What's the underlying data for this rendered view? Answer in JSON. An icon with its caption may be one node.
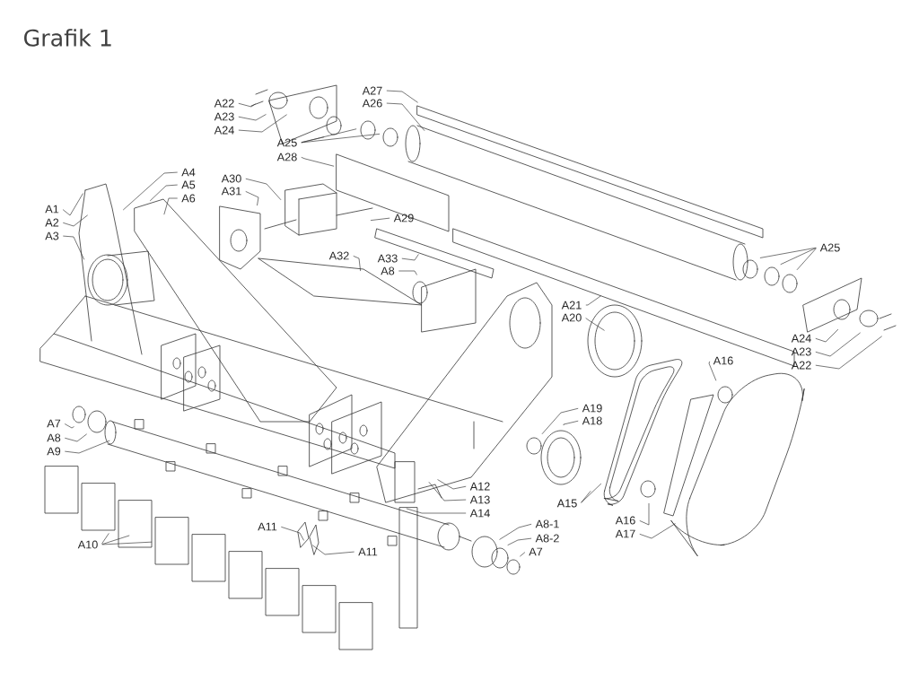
{
  "diagram": {
    "title": "Grafik 1",
    "nodes": [
      {
        "text": [
          "A22"
        ]
      },
      {
        "text": [
          "A23"
        ]
      },
      {
        "text": [
          "A24"
        ]
      },
      {
        "text": [
          "A27"
        ]
      },
      {
        "text": [
          "A26"
        ]
      },
      {
        "text": [
          "A25"
        ]
      },
      {
        "text": [
          "A28"
        ]
      },
      {
        "text": [
          "A30"
        ]
      },
      {
        "text": [
          "A31"
        ]
      },
      {
        "text": [
          "A29"
        ]
      },
      {
        "text": [
          "A32"
        ]
      },
      {
        "text": [
          "A33"
        ]
      },
      {
        "text": [
          "A8"
        ]
      },
      {
        "text": [
          "A1"
        ]
      },
      {
        "text": [
          "A2"
        ]
      },
      {
        "text": [
          "A3"
        ]
      },
      {
        "text": [
          "A4"
        ]
      },
      {
        "text": [
          "A5"
        ]
      },
      {
        "text": [
          "A6"
        ]
      },
      {
        "text": [
          "A21"
        ]
      },
      {
        "text": [
          "A20"
        ]
      },
      {
        "text": [
          "A25"
        ]
      },
      {
        "text": [
          "A24"
        ]
      },
      {
        "text": [
          "A23"
        ]
      },
      {
        "text": [
          "A22"
        ]
      },
      {
        "text": [
          "A16"
        ]
      },
      {
        "text": [
          "A7"
        ]
      },
      {
        "text": [
          "A8"
        ]
      },
      {
        "text": [
          "A9"
        ]
      },
      {
        "text": [
          "A19"
        ]
      },
      {
        "text": [
          "A18"
        ]
      },
      {
        "text": [
          "A12"
        ]
      },
      {
        "text": [
          "A13"
        ]
      },
      {
        "text": [
          "A14"
        ]
      },
      {
        "text": [
          "A15"
        ]
      },
      {
        "text": [
          "A16"
        ]
      },
      {
        "text": [
          "A17"
        ]
      },
      {
        "text": [
          "A10"
        ]
      },
      {
        "text": [
          "A11"
        ]
      },
      {
        "text": [
          "A11"
        ]
      },
      {
        "text": [
          "A8-1"
        ]
      },
      {
        "text": [
          "A8-2"
        ]
      },
      {
        "text": [
          "A7"
        ]
      }
    ],
    "edges": [
      {
        "from": 0,
        "to": null,
        "arrow": "none"
      },
      {
        "from": 1,
        "to": null,
        "arrow": "none"
      },
      {
        "from": 2,
        "to": null,
        "arrow": "none"
      },
      {
        "from": 3,
        "to": null,
        "arrow": "none"
      },
      {
        "from": 4,
        "to": null,
        "arrow": "none"
      },
      {
        "from": 5,
        "to": null,
        "arrow": "none"
      },
      {
        "from": 5,
        "to": null,
        "arrow": "none"
      },
      {
        "from": 5,
        "to": null,
        "arrow": "none"
      },
      {
        "from": 6,
        "to": null,
        "arrow": "none"
      },
      {
        "from": 7,
        "to": null,
        "arrow": "none"
      },
      {
        "from": 8,
        "to": null,
        "arrow": "none"
      },
      {
        "from": 9,
        "to": null,
        "arrow": "none"
      },
      {
        "from": 10,
        "to": null,
        "arrow": "none"
      },
      {
        "from": 11,
        "to": null,
        "arrow": "none"
      },
      {
        "from": 12,
        "to": null,
        "arrow": "none"
      },
      {
        "from": 13,
        "to": null,
        "arrow": "none"
      },
      {
        "from": 14,
        "to": null,
        "arrow": "none"
      },
      {
        "from": 15,
        "to": null,
        "arrow": "none"
      },
      {
        "from": 16,
        "to": null,
        "arrow": "none"
      },
      {
        "from": 17,
        "to": null,
        "arrow": "none"
      },
      {
        "from": 18,
        "to": null,
        "arrow": "none"
      },
      {
        "from": 19,
        "to": null,
        "arrow": "none"
      },
      {
        "from": 20,
        "to": null,
        "arrow": "none"
      },
      {
        "from": 21,
        "to": null,
        "arrow": "none"
      },
      {
        "from": 21,
        "to": null,
        "arrow": "none"
      },
      {
        "from": 21,
        "to": null,
        "arrow": "none"
      },
      {
        "from": 22,
        "to": null,
        "arrow": "none"
      },
      {
        "from": 23,
        "to": null,
        "arrow": "none"
      },
      {
        "from": 24,
        "to": null,
        "arrow": "none"
      },
      {
        "from": 25,
        "to": null,
        "arrow": "none"
      },
      {
        "from": 26,
        "to": null,
        "arrow": "none"
      },
      {
        "from": 27,
        "to": null,
        "arrow": "none"
      },
      {
        "from": 28,
        "to": null,
        "arrow": "none"
      },
      {
        "from": 29,
        "to": null,
        "arrow": "none"
      },
      {
        "from": 30,
        "to": null,
        "arrow": "none"
      },
      {
        "from": 31,
        "to": null,
        "arrow": "none"
      },
      {
        "from": 32,
        "to": null,
        "arrow": "none"
      },
      {
        "from": 33,
        "to": null,
        "arrow": "none"
      },
      {
        "from": 34,
        "to": null,
        "arrow": "none"
      },
      {
        "from": 34,
        "to": null,
        "arrow": "none"
      },
      {
        "from": 35,
        "to": null,
        "arrow": "none"
      },
      {
        "from": 36,
        "to": null,
        "arrow": "none"
      },
      {
        "from": 37,
        "to": null,
        "arrow": "none"
      },
      {
        "from": 37,
        "to": null,
        "arrow": "none"
      },
      {
        "from": 37,
        "to": null,
        "arrow": "none"
      },
      {
        "from": 38,
        "to": null,
        "arrow": "none"
      },
      {
        "from": 39,
        "to": null,
        "arrow": "none"
      },
      {
        "from": 40,
        "to": null,
        "arrow": "none"
      },
      {
        "from": 41,
        "to": null,
        "arrow": "none"
      },
      {
        "from": 42,
        "to": null,
        "arrow": "none"
      }
    ]
  }
}
